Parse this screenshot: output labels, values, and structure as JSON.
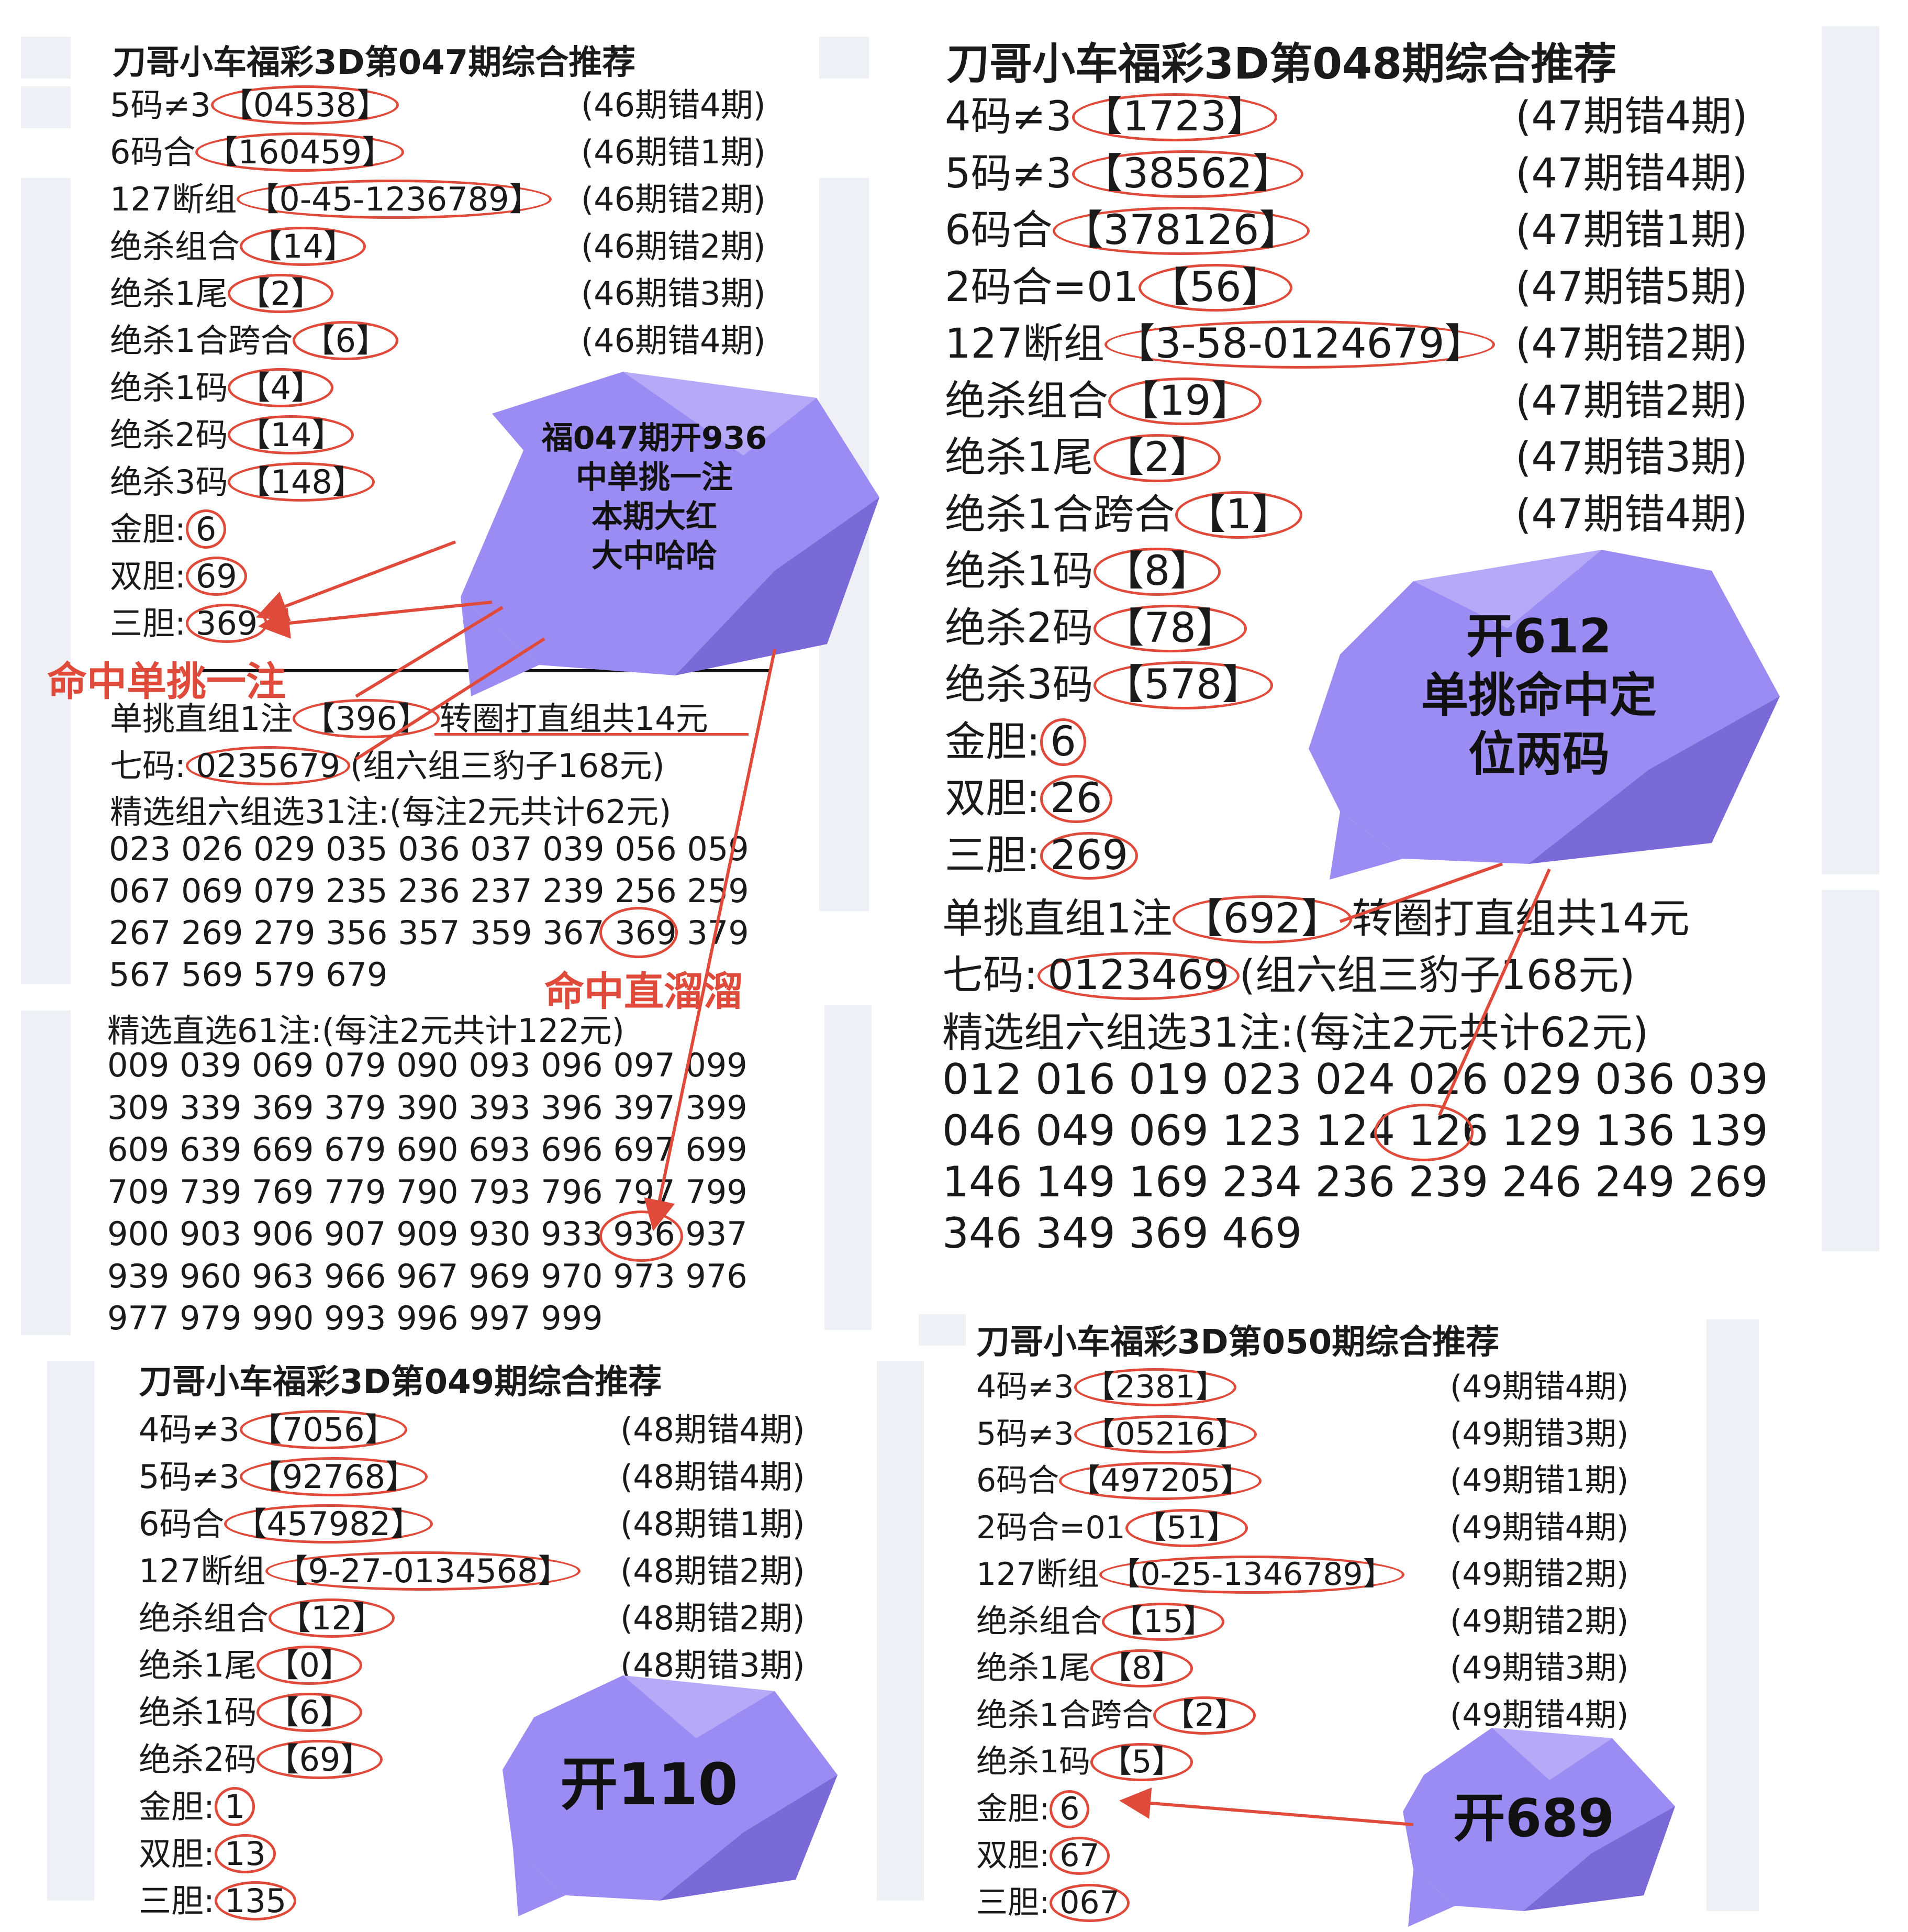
{
  "p47": {
    "title": "刀哥小车福彩3D第047期综合推荐",
    "rows": [
      {
        "label": "5码≠3",
        "value": "【04538】",
        "period": "(46期错4期)"
      },
      {
        "label": "6码合",
        "value": "【160459】",
        "period": "(46期错1期)"
      },
      {
        "label": "127断组",
        "value": "【0-45-1236789】",
        "period": "(46期错2期)"
      },
      {
        "label": "绝杀组合",
        "value": "【14】",
        "period": "(46期错2期)"
      },
      {
        "label": "绝杀1尾",
        "value": "【2】",
        "period": "(46期错3期)"
      },
      {
        "label": "绝杀1合跨合",
        "value": "【6】",
        "period": "(46期错4期)"
      },
      {
        "label": "绝杀1码",
        "value": "【4】",
        "period": ""
      },
      {
        "label": "绝杀2码",
        "value": "【14】",
        "period": ""
      },
      {
        "label": "绝杀3码",
        "value": "【148】",
        "period": ""
      },
      {
        "label": "金胆:",
        "value": "6",
        "period": ""
      },
      {
        "label": "双胆:",
        "value": "69",
        "period": ""
      },
      {
        "label": "三胆:",
        "value": "369",
        "period": ""
      }
    ],
    "single": {
      "label": "单挑直组1注",
      "value": "【396】",
      "suffix": "转圈打直组共14元"
    },
    "seven": {
      "label": "七码:",
      "value": "0235679",
      "suffix": "(组六组三豹子168元)"
    },
    "group_title": "精选组六组选31注:(每注2元共计62元)",
    "group_lines": [
      "023 026 029 035 036 037 039 056 059",
      "067 069 079 235 236 237 239 256 259",
      "267 269 279 356 357 359 367 369 379",
      "567 569 579 679"
    ],
    "direct_title": "精选直选61注:(每注2元共计122元)",
    "direct_lines": [
      "009 039 069 079 090 093 096 097 099",
      "309 339 369 379 390 393 396 397 399",
      "609 639 669 679 690 693 696 697 699",
      "709 739 769 779 790 793 796 797 799",
      "900 903 906 907 909 930 933 936 937",
      "939 960 963 966 967 969 970 973 976",
      "977 979 990 993 996 997 999"
    ],
    "note_single": "命中单挑一注",
    "note_direct": "命中直溜溜",
    "bubble": [
      "福047期开936",
      "中单挑一注",
      "本期大红",
      "大中哈哈"
    ]
  },
  "p48": {
    "title": "刀哥小车福彩3D第048期综合推荐",
    "rows": [
      {
        "label": "4码≠3",
        "value": "【1723】",
        "period": "(47期错4期)"
      },
      {
        "label": "5码≠3",
        "value": "【38562】",
        "period": "(47期错4期)"
      },
      {
        "label": "6码合",
        "value": "【378126】",
        "period": "(47期错1期)"
      },
      {
        "label": "2码合=01",
        "value": "【56】",
        "period": "(47期错5期)"
      },
      {
        "label": "127断组",
        "value": "【3-58-0124679】",
        "period": "(47期错2期)"
      },
      {
        "label": "绝杀组合",
        "value": "【19】",
        "period": "(47期错2期)"
      },
      {
        "label": "绝杀1尾",
        "value": "【2】",
        "period": "(47期错3期)"
      },
      {
        "label": "绝杀1合跨合",
        "value": "【1】",
        "period": "(47期错4期)"
      },
      {
        "label": "绝杀1码",
        "value": "【8】",
        "period": ""
      },
      {
        "label": "绝杀2码",
        "value": "【78】",
        "period": ""
      },
      {
        "label": "绝杀3码",
        "value": "【578】",
        "period": ""
      },
      {
        "label": "金胆:",
        "value": "6",
        "period": ""
      },
      {
        "label": "双胆:",
        "value": "26",
        "period": ""
      },
      {
        "label": "三胆:",
        "value": "269",
        "period": ""
      }
    ],
    "single": {
      "label": "单挑直组1注",
      "value": "【692】",
      "suffix": "转圈打直组共14元"
    },
    "seven": {
      "label": "七码:",
      "value": "0123469",
      "suffix": "(组六组三豹子168元)"
    },
    "group_title": "精选组六组选31注:(每注2元共计62元)",
    "group_lines": [
      "012 016 019 023 024 026 029 036 039",
      "046 049 069 123 124 126 129 136 139",
      "146 149 169 234 236 239 246 249 269",
      "346 349 369 469"
    ],
    "bubble": [
      "开612",
      "单挑命中定",
      "位两码"
    ]
  },
  "p49": {
    "title": "刀哥小车福彩3D第049期综合推荐",
    "rows": [
      {
        "label": "4码≠3",
        "value": "【7056】",
        "period": "(48期错4期)"
      },
      {
        "label": "5码≠3",
        "value": "【92768】",
        "period": "(48期错4期)"
      },
      {
        "label": "6码合",
        "value": "【457982】",
        "period": "(48期错1期)"
      },
      {
        "label": "127断组",
        "value": "【9-27-0134568】",
        "period": "(48期错2期)"
      },
      {
        "label": "绝杀组合",
        "value": "【12】",
        "period": "(48期错2期)"
      },
      {
        "label": "绝杀1尾",
        "value": "【0】",
        "period": "(48期错3期)"
      },
      {
        "label": "绝杀1码",
        "value": "【6】",
        "period": ""
      },
      {
        "label": "绝杀2码",
        "value": "【69】",
        "period": ""
      },
      {
        "label": "金胆:",
        "value": "1",
        "period": ""
      },
      {
        "label": "双胆:",
        "value": "13",
        "period": ""
      },
      {
        "label": "三胆:",
        "value": "135",
        "period": ""
      }
    ],
    "bubble": [
      "开110"
    ]
  },
  "p50": {
    "title": "刀哥小车福彩3D第050期综合推荐",
    "rows": [
      {
        "label": "4码≠3",
        "value": "【2381】",
        "period": "(49期错4期)"
      },
      {
        "label": "5码≠3",
        "value": "【05216】",
        "period": "(49期错3期)"
      },
      {
        "label": "6码合",
        "value": "【497205】",
        "period": "(49期错1期)"
      },
      {
        "label": "2码合=01",
        "value": "【51】",
        "period": "(49期错4期)"
      },
      {
        "label": "127断组",
        "value": "【0-25-1346789】",
        "period": "(49期错2期)"
      },
      {
        "label": "绝杀组合",
        "value": "【15】",
        "period": "(49期错2期)"
      },
      {
        "label": "绝杀1尾",
        "value": "【8】",
        "period": "(49期错3期)"
      },
      {
        "label": "绝杀1合跨合",
        "value": "【2】",
        "period": "(49期错4期)"
      },
      {
        "label": "绝杀1码",
        "value": "【5】",
        "period": ""
      },
      {
        "label": "金胆:",
        "value": "6",
        "period": ""
      },
      {
        "label": "双胆:",
        "value": "67",
        "period": ""
      },
      {
        "label": "三胆:",
        "value": "067",
        "period": ""
      }
    ],
    "bubble": [
      "开689"
    ]
  },
  "colors": {
    "accent": "#e04a3a",
    "bubble": "#9a8cf2",
    "bubble_dark": "#7a6ad8",
    "bubble_light": "#b6aaf8"
  }
}
